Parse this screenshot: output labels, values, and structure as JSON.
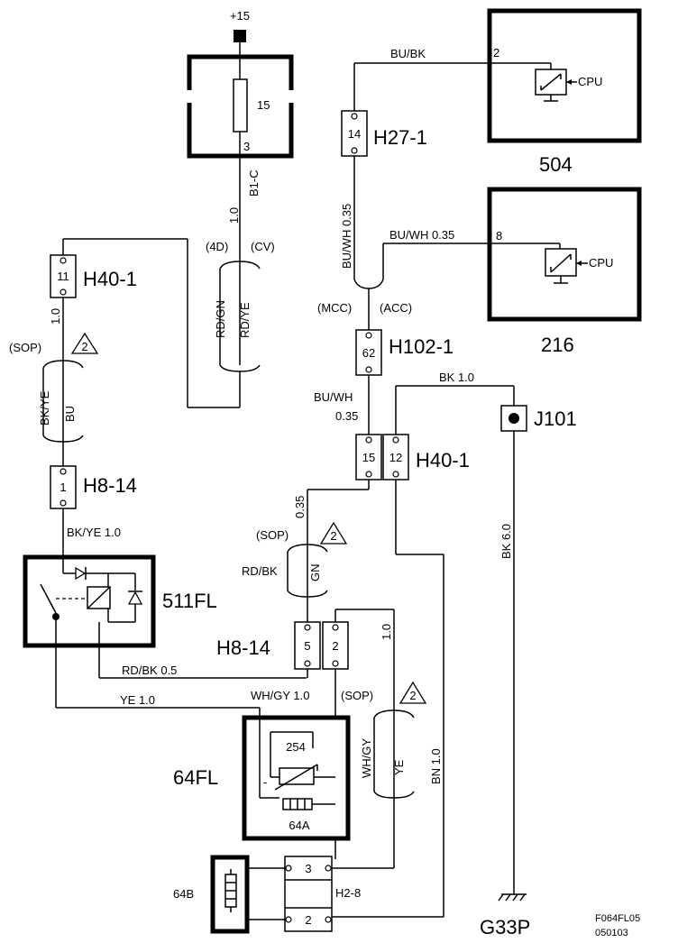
{
  "supply": "+15",
  "fuse": {
    "number": "15",
    "pin": "3",
    "code": "B1-C"
  },
  "ecu_504": {
    "label": "504",
    "pin": "2",
    "cpu": "CPU"
  },
  "ecu_216": {
    "label": "216",
    "pin": "8",
    "cpu": "CPU"
  },
  "connectors": {
    "h27_1": {
      "name": "H27-1",
      "pin": "14"
    },
    "h40_1_top": {
      "name": "H40-1",
      "pin": "11"
    },
    "h102_1": {
      "name": "H102-1",
      "pin": "62"
    },
    "h40_1_mid": {
      "name": "H40-1",
      "pin_a": "15",
      "pin_b": "12"
    },
    "h8_14_top": {
      "name": "H8-14",
      "pin": "1"
    },
    "h8_14_bottom": {
      "name": "H8-14",
      "pin_a": "5",
      "pin_b": "2"
    },
    "h2_8": {
      "name": "H2-8",
      "pin_a": "3",
      "pin_b": "2"
    },
    "j101": {
      "name": "J101"
    }
  },
  "components": {
    "relay": "511FL",
    "sensor_unit": "64FL",
    "sensor_inner": "254",
    "sensor_heater": "64A",
    "sensor_b": "64B"
  },
  "ground": "G33P",
  "wires": {
    "bu_bk": "BU/BK",
    "bu_wh_035_top": "BU/WH  0.35",
    "bu_wh_vertical": "BU/WH  0.35",
    "gauge_1_0_fuse": "1.0",
    "variant_4d": "(4D)",
    "variant_cv": "(CV)",
    "rd_gn": "RD/GN",
    "rd_ye": "RD/YE",
    "mcc": "(MCC)",
    "acc": "(ACC)",
    "bu_wh_h102": "BU/WH",
    "gauge_035_h102": "0.35",
    "bk_1_0": "BK  1.0",
    "bk_6_0": "BK  6.0",
    "gauge_1_0_h40": "1.0",
    "sop_1": "(SOP)",
    "bk_ye": "BK/YE",
    "bu": "BU",
    "bk_ye_1_0": "BK/YE 1.0",
    "gauge_035_sop": "0.35",
    "sop_2": "(SOP)",
    "rd_bk": "RD/BK",
    "gn": "GN",
    "rd_bk_05": "RD/BK  0.5",
    "ye_1_0": "YE   1.0",
    "wh_gy_1_0": "WH/GY 1.0",
    "sop_3": "(SOP)",
    "gauge_1_0_h8": "1.0",
    "wh_gy": "WH/GY",
    "ye": "YE",
    "bn_1_0": "BN 1.0"
  },
  "note_symbol": "2",
  "figure_code": {
    "line1": "F064FL05",
    "line2": "050103"
  }
}
